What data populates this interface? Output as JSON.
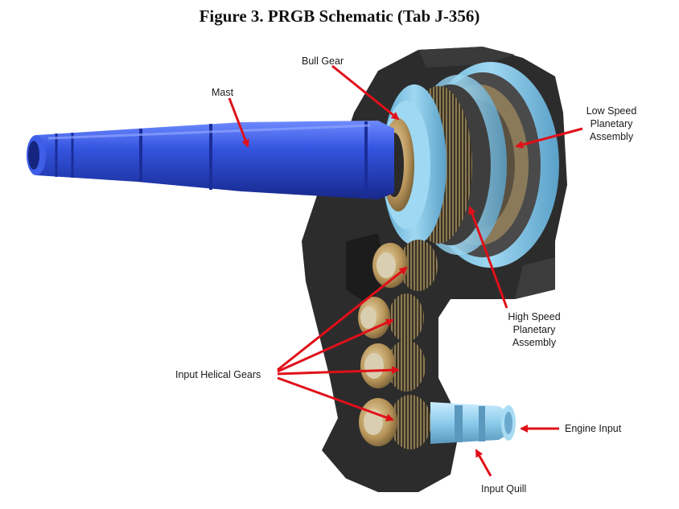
{
  "figure": {
    "title": "Figure 3.  PRGB Schematic (Tab J-356)"
  },
  "labels": {
    "bull_gear": "Bull Gear",
    "mast": "Mast",
    "low_speed": [
      "Low Speed",
      "Planetary",
      "Assembly"
    ],
    "high_speed": [
      "High Speed",
      "Planetary",
      "Assembly"
    ],
    "input_helical": "Input Helical Gears",
    "engine_input": "Engine Input",
    "input_quill": "Input Quill"
  },
  "colors": {
    "mast_blue": "#2f4fd8",
    "gear_cyan": "#7fc6e8",
    "housing": "#2a2a2a",
    "bronze": "#b8955a",
    "arrow_red": "#e0101a"
  }
}
